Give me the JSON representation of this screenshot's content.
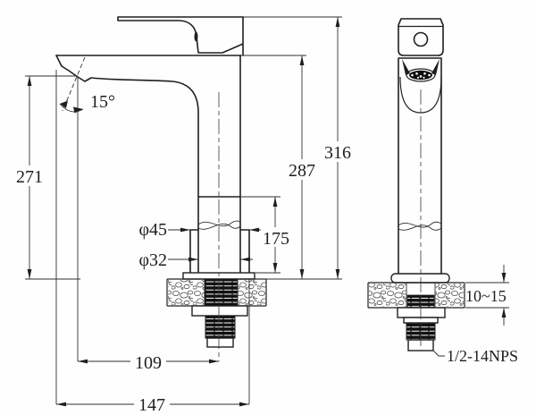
{
  "drawing": {
    "dims": {
      "spout_height": "271",
      "spout_angle": "15°",
      "height_to_body_top": "287",
      "overall_height": "316",
      "lower_body_height": "175",
      "base_diameter": "φ45",
      "body_diameter": "φ32",
      "spout_reach": "109",
      "overall_reach": "147",
      "deck_thickness_range": "10~15",
      "thread_spec": "1/2-14NPS"
    }
  }
}
